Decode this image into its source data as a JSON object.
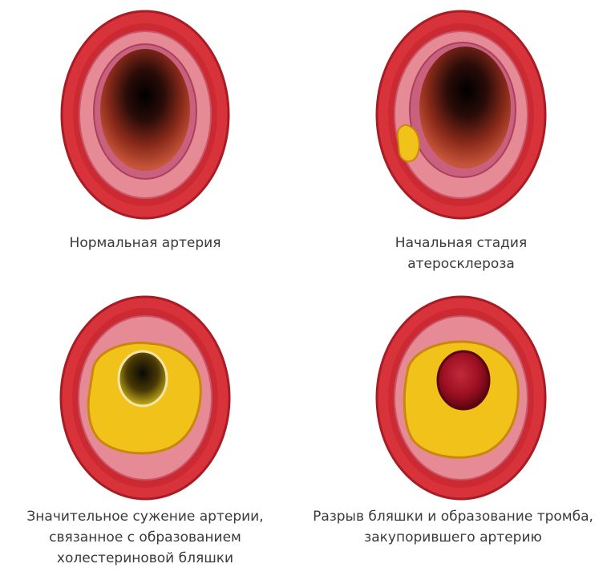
{
  "figures": [
    {
      "id": "normal",
      "stage": "normal",
      "caption_lines": [
        "Нормальная артерия"
      ]
    },
    {
      "id": "early",
      "stage": "early-plaque",
      "caption_lines": [
        "Начальная стадия",
        "атеросклероза"
      ]
    },
    {
      "id": "narrowing",
      "stage": "severe-plaque",
      "caption_lines": [
        "Значительное сужение артерии,",
        "связанное с образованием",
        "холестериновой бляшки"
      ]
    },
    {
      "id": "thrombus",
      "stage": "rupture-thrombus",
      "caption_lines": [
        "Разрыв бляшки и образование тромба,",
        "закупорившего артерию"
      ]
    }
  ],
  "colors": {
    "outer_wall": "#d8323a",
    "outer_wall_dark": "#a81c25",
    "middle_layer": "#e68a95",
    "inner_lining": "#c8607e",
    "lumen_dark": "#1a0a08",
    "lumen_mid": "#8a2418",
    "plaque": "#f1c21a",
    "plaque_dark": "#c9870e",
    "thrombus": "#9c0f22"
  }
}
